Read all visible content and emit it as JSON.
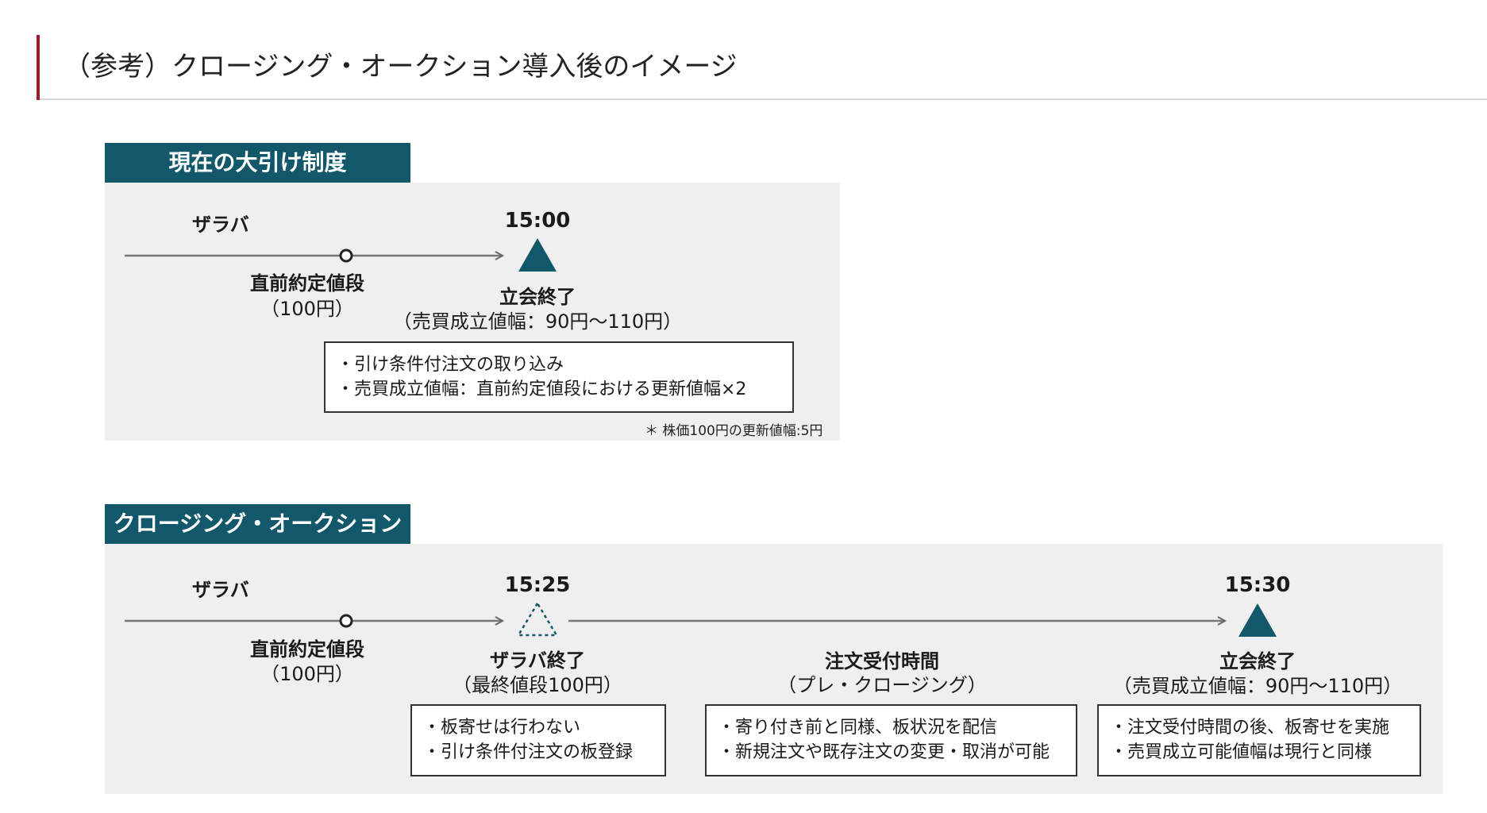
{
  "page_title": "（参考）クロージング・オークション導入後のイメージ",
  "current": {
    "label": "現在の大引け制度",
    "zaraba": "ザラバ",
    "time_close": "15:00",
    "last_price_title": "直前約定値段",
    "last_price_value": "（100円）",
    "close_title": "立会終了",
    "close_range": "（売買成立値幅：90円～110円）",
    "box_lines": [
      "・引け条件付注文の取り込み",
      "・売買成立値幅：直前約定値段における更新値幅×2"
    ],
    "footnote": "＊ 株価100円の更新値幅:5円"
  },
  "closing_auction": {
    "label": "クロージング・オークション",
    "zaraba": "ザラバ",
    "time_zaraba_end": "15:25",
    "time_close": "15:30",
    "last_price_title": "直前約定値段",
    "last_price_value": "（100円）",
    "zaraba_end_title": "ザラバ終了",
    "zaraba_end_sub": "（最終値段100円）",
    "order_period_title": "注文受付時間",
    "order_period_sub": "（プレ・クロージング）",
    "close_title": "立会終了",
    "close_range": "（売買成立値幅：90円～110円）",
    "box1_lines": [
      "・板寄せは行わない",
      "・引け条件付注文の板登録"
    ],
    "box2_lines": [
      "・寄り付き前と同様、板状況を配信",
      "・新規注文や既存注文の変更・取消が可能"
    ],
    "box3_lines": [
      "・注文受付時間の後、板寄せを実施",
      "・売買成立可能値幅は現行と同様"
    ]
  },
  "colors": {
    "accent_red": "#a5192f",
    "label_teal": "#12576a",
    "marker_teal": "#12576a",
    "panel_gray": "#efefef"
  }
}
